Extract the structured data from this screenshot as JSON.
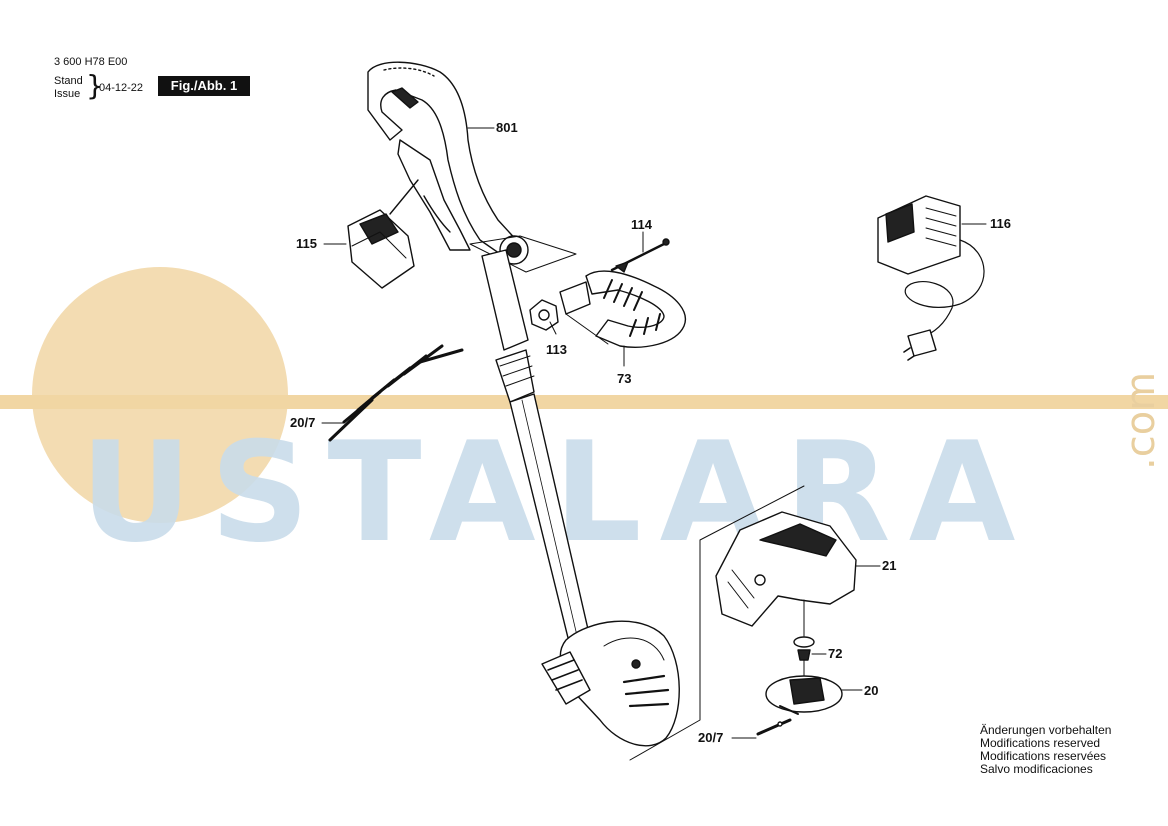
{
  "header": {
    "doc_number": "3 600 H78 E00",
    "stand_label": "Stand",
    "issue_label": "Issue",
    "brace": "}",
    "date": "04-12-22",
    "figure_label": "Fig./Abb. 1"
  },
  "parts": [
    "801",
    "115",
    "114",
    "113",
    "73",
    "116",
    "20/7",
    "21",
    "72",
    "20",
    "20/7"
  ],
  "notes": [
    "Änderungen vorbehalten",
    "Modifications reserved",
    "Modifications reservées",
    "Salvo modificaciones"
  ],
  "watermark": {
    "text": "USTALARA",
    "suffix": ".com",
    "text_color": "#c9dcea",
    "circle_color": "#f3dcb2"
  }
}
